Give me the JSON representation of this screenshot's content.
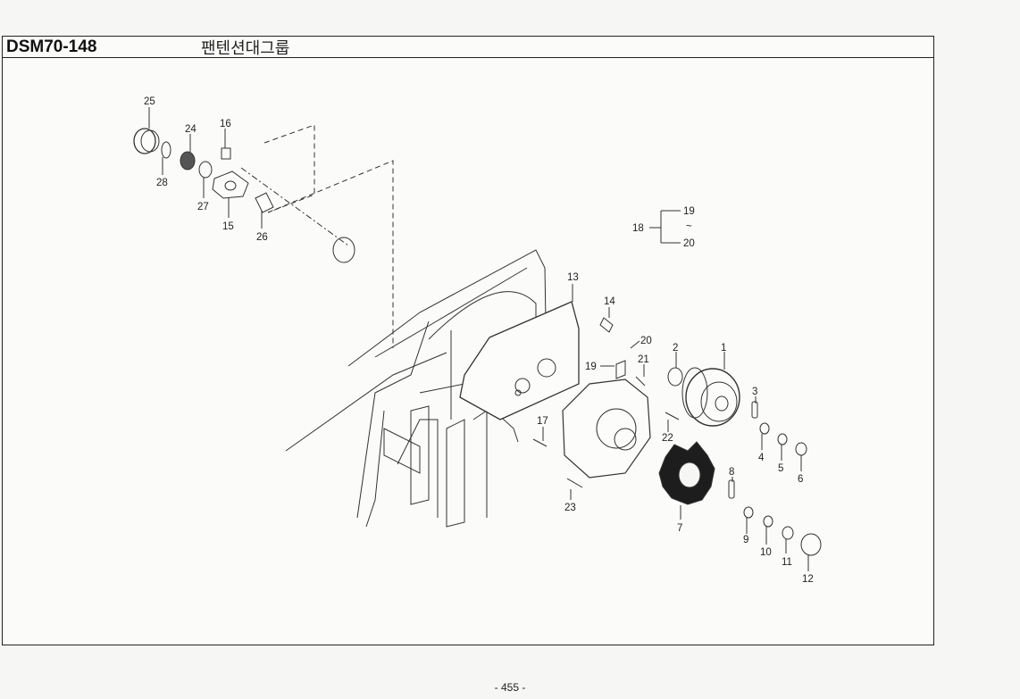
{
  "header": {
    "code": "DSM70-148",
    "title": "팬텐션대그룹"
  },
  "callouts": {
    "c1": "1",
    "c2": "2",
    "c3": "3",
    "c4": "4",
    "c5": "5",
    "c6": "6",
    "c7": "7",
    "c8": "8",
    "c9": "9",
    "c10": "10",
    "c11": "11",
    "c12": "12",
    "c13": "13",
    "c14": "14",
    "c15": "15",
    "c16": "16",
    "c17": "17",
    "c18": "18",
    "c19": "19",
    "c19b": "19",
    "c20": "20",
    "c20b": "20",
    "c21": "21",
    "c22": "22",
    "c23": "23",
    "c24": "24",
    "c25": "25",
    "c26": "26",
    "c27": "27",
    "c28": "28",
    "tilde": "~"
  },
  "footer": {
    "page": "- 455 -"
  }
}
